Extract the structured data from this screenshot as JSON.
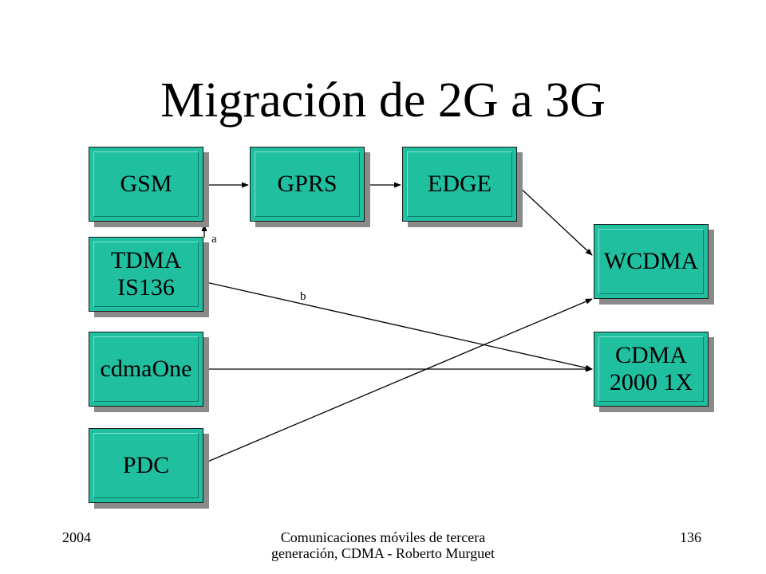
{
  "title": "Migración de 2G a 3G",
  "colors": {
    "box_fill": "#20bf9f",
    "box_shadow": "#8a8a8a",
    "line": "#000000"
  },
  "nodes": {
    "gsm": "GSM",
    "gprs": "GPRS",
    "edge": "EDGE",
    "tdma": "TDMA\nIS136",
    "cdmaone": "cdmaOne",
    "pdc": "PDC",
    "wcdma": "WCDMA",
    "cdma2000": "CDMA\n2000 1X"
  },
  "edges": [
    {
      "from": "GSM",
      "to": "GPRS",
      "label": ""
    },
    {
      "from": "GPRS",
      "to": "EDGE",
      "label": ""
    },
    {
      "from": "EDGE",
      "to": "WCDMA",
      "label": ""
    },
    {
      "from": "TDMA IS136",
      "to": "GSM",
      "label": "a"
    },
    {
      "from": "TDMA IS136",
      "to": "CDMA 2000 1X",
      "label": "b"
    },
    {
      "from": "cdmaOne",
      "to": "CDMA 2000 1X",
      "label": ""
    },
    {
      "from": "PDC",
      "to": "WCDMA",
      "label": ""
    }
  ],
  "edge_labels": {
    "a": "a",
    "b": "b"
  },
  "footer": {
    "year": "2004",
    "center": "Comunicaciones móviles de tercera generación, CDMA - Roberto Murguet",
    "page": "136"
  }
}
